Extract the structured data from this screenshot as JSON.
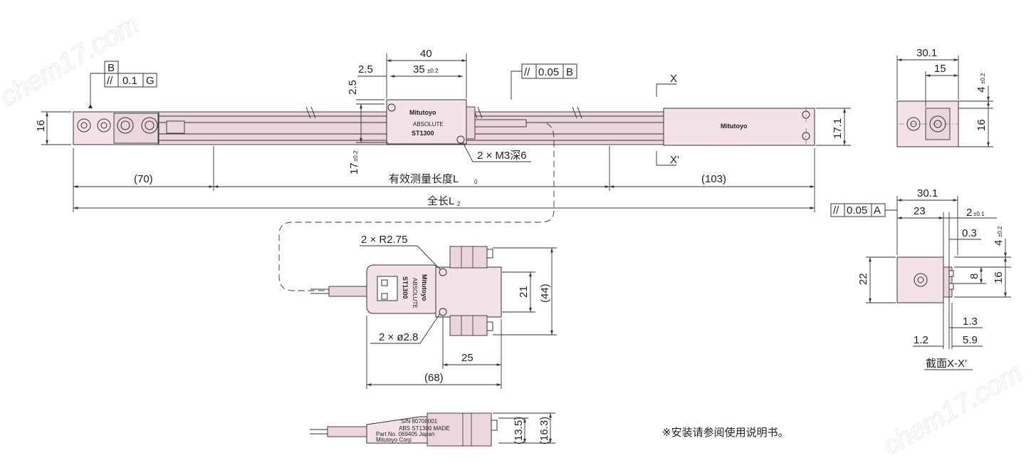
{
  "colors": {
    "part_fill": "#f3e3e8",
    "line": "#333333",
    "watermark": "#ececec"
  },
  "watermark": {
    "text": "chem17.com"
  },
  "datum_b": {
    "label": "B",
    "symbol": "//",
    "value": "0.1",
    "ref": "G"
  },
  "top_tolerance": {
    "symbol": "//",
    "value": "0.05",
    "ref": "B"
  },
  "side_tolerance": {
    "symbol": "//",
    "value": "0.05",
    "ref": "A"
  },
  "brand": {
    "name": "Mitutoyo",
    "model": "ST1300",
    "tag": "ABSOLUTE"
  },
  "dims": {
    "d40": "40",
    "d35": "35",
    "d35_tol": "±0.2",
    "d2_5a": "2.5",
    "d2_5b": "2.5",
    "d16_left": "16",
    "d17": "17",
    "d17_tol": "±0.2",
    "d17_1": "17.1",
    "x": "X",
    "x_prime": "X'",
    "m3": "2 × M3深6",
    "d70": "(70)",
    "effective": "有效测量长度L",
    "effective_sub": "0",
    "d103": "(103)",
    "total": "全长L",
    "total_sub": "2",
    "r275": "2 × R2.75",
    "phi28": "2 × ø2.8",
    "d21": "21",
    "d44": "(44)",
    "d25": "25",
    "d68": "(68)",
    "d13_5": "(13.5)",
    "d16_3": "(16.3)",
    "e30_1": "30.1",
    "e15": "15",
    "e4": "4",
    "e4_tol": "±0.2",
    "e16": "16",
    "s30_1": "30.1",
    "s23": "23",
    "s2": "2",
    "s2_tol": "±0.1",
    "s0_3": "0.3",
    "s4": "4",
    "s4_tol": "±0.2",
    "s22": "22",
    "s8": "8",
    "s16": "16",
    "s1_3": "1.3",
    "s1_2": "1.2",
    "s5_9": "5.9",
    "section": "截面X-X'"
  },
  "note": "※安装请参阅使用说明书。",
  "label_lines": [
    "S/N 80708001",
    "ABS ST1300 MADE",
    "Part No. 069405 Japan",
    "Mitutoyo Corp"
  ]
}
